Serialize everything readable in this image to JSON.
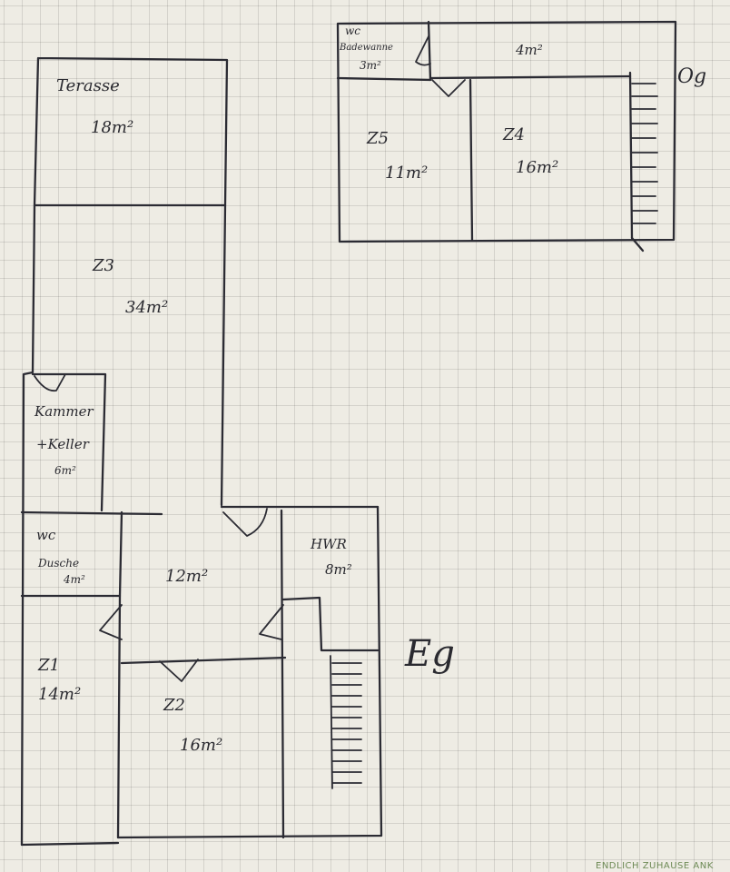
{
  "floors": {
    "og": {
      "label": "Og",
      "rooms": [
        {
          "id": "wc",
          "name": "wc",
          "detail": "Badewanne",
          "area": "3m²"
        },
        {
          "id": "flur",
          "name": "",
          "area": "4m²"
        },
        {
          "id": "z5",
          "name": "Z5",
          "area": "11m²"
        },
        {
          "id": "z4",
          "name": "Z4",
          "area": "16m²"
        }
      ]
    },
    "eg": {
      "label": "Eg",
      "rooms": [
        {
          "id": "terasse",
          "name": "Terasse",
          "area": "18m²"
        },
        {
          "id": "z3",
          "name": "Z3",
          "area": "34m²"
        },
        {
          "id": "kammer",
          "name": "Kammer",
          "detail": "+Keller",
          "area": "6m²"
        },
        {
          "id": "wc",
          "name": "wc",
          "detail": "Dusche",
          "area": "4m²"
        },
        {
          "id": "flur",
          "name": "",
          "area": "12m²"
        },
        {
          "id": "hwr",
          "name": "HWR",
          "area": "8m²"
        },
        {
          "id": "z1",
          "name": "Z1",
          "area": "14m²"
        },
        {
          "id": "z2",
          "name": "Z2",
          "area": "16m²"
        }
      ]
    }
  },
  "footer": "ENDLICH ZUHAUSE ANK"
}
